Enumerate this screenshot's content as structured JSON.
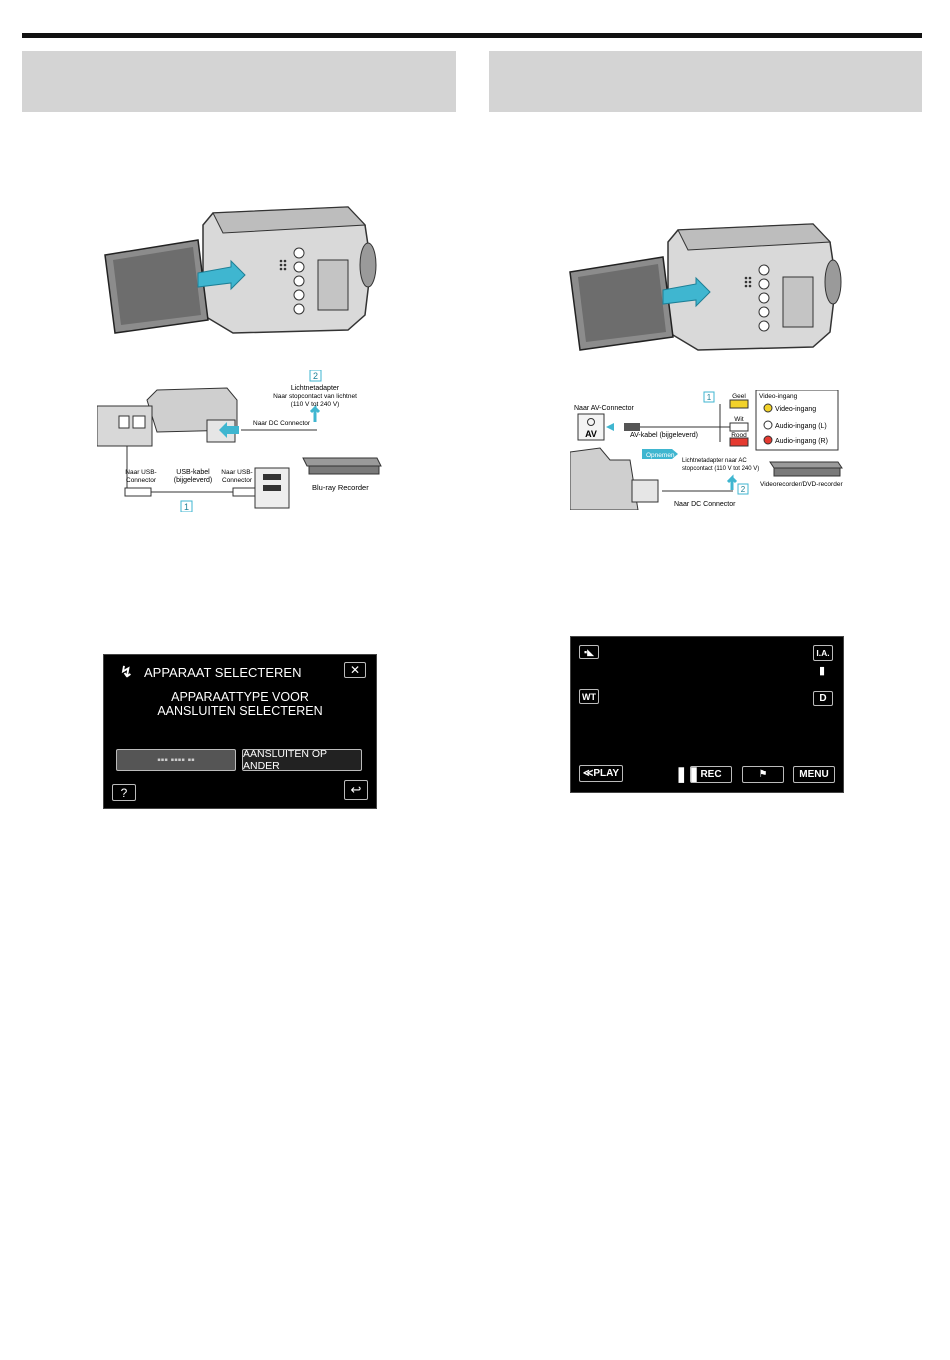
{
  "left_fig2": {
    "step1": "1",
    "step2": "2",
    "adapter_title": "Lichtnetadapter",
    "adapter_line2": "Naar stopcontact van lichtnet",
    "adapter_line3": "(110 V tot 240 V)",
    "dc_connector": "Naar DC Connector",
    "usb_left_1": "Naar USB-",
    "usb_left_2": "Connector",
    "usb_cable_1": "USB-kabel",
    "usb_cable_2": "(bijgeleverd)",
    "usb_right_1": "Naar USB-",
    "usb_right_2": "Connector",
    "recorder": "Blu-ray Recorder"
  },
  "lcd_select": {
    "title": "APPARAAT SELECTEREN",
    "message_line1": "APPARAATTYPE VOOR",
    "message_line2": "AANSLUITEN SELECTEREN",
    "button_blurred": "▪▪▪ ▪▪▪▪ ▪▪",
    "button_other": "AANSLUITEN OP ANDER",
    "help": "?"
  },
  "right_fig2": {
    "step1": "1",
    "step2": "2",
    "av_connector": "Naar AV-Connector",
    "av_label": "AV",
    "av_cable": "AV-kabel (bijgeleverd)",
    "geel": "Geel",
    "wit": "Wit",
    "rood": "Rood",
    "video_ingang_title": "Video-ingang",
    "video_ingang": "Video-ingang",
    "audio_l": "Audio-ingang (L)",
    "audio_r": "Audio-ingang (R)",
    "opnemen": "Opnemen",
    "adapter_line1": "Lichtnetadapter naar AC",
    "adapter_line2": "stopcontact (110 V tot 240 V)",
    "dc_connector": "Naar DC Connector",
    "recorder": "Videorecorder/DVD-recorder"
  },
  "lcd_rec": {
    "ia": "I.A.",
    "wt": "WT",
    "d": "D",
    "play": "≪PLAY",
    "rec": "REC",
    "flag": "⚑",
    "menu": "MENU"
  }
}
